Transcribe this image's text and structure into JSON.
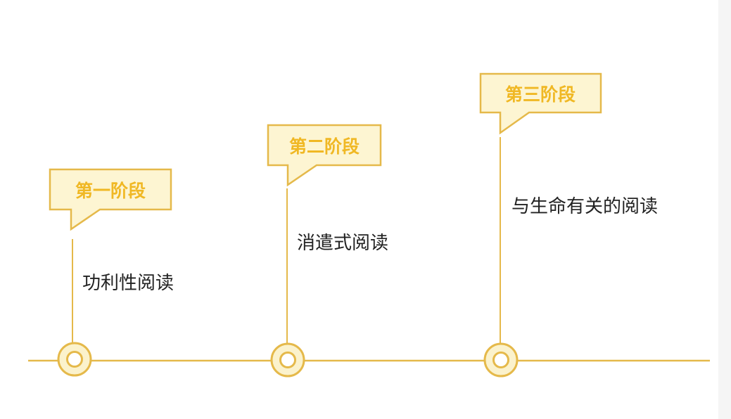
{
  "colors": {
    "line": "#e5b94a",
    "tag_fill": "#fdf5d2",
    "tag_text": "#f0b824",
    "node_fill": "#fbf2cc",
    "desc_text": "#222222"
  },
  "stages": [
    {
      "label": "第一阶段",
      "description": "功利性阅读"
    },
    {
      "label": "第二阶段",
      "description": "消遣式阅读"
    },
    {
      "label": "第三阶段",
      "description": "与生命有关的阅读"
    }
  ]
}
